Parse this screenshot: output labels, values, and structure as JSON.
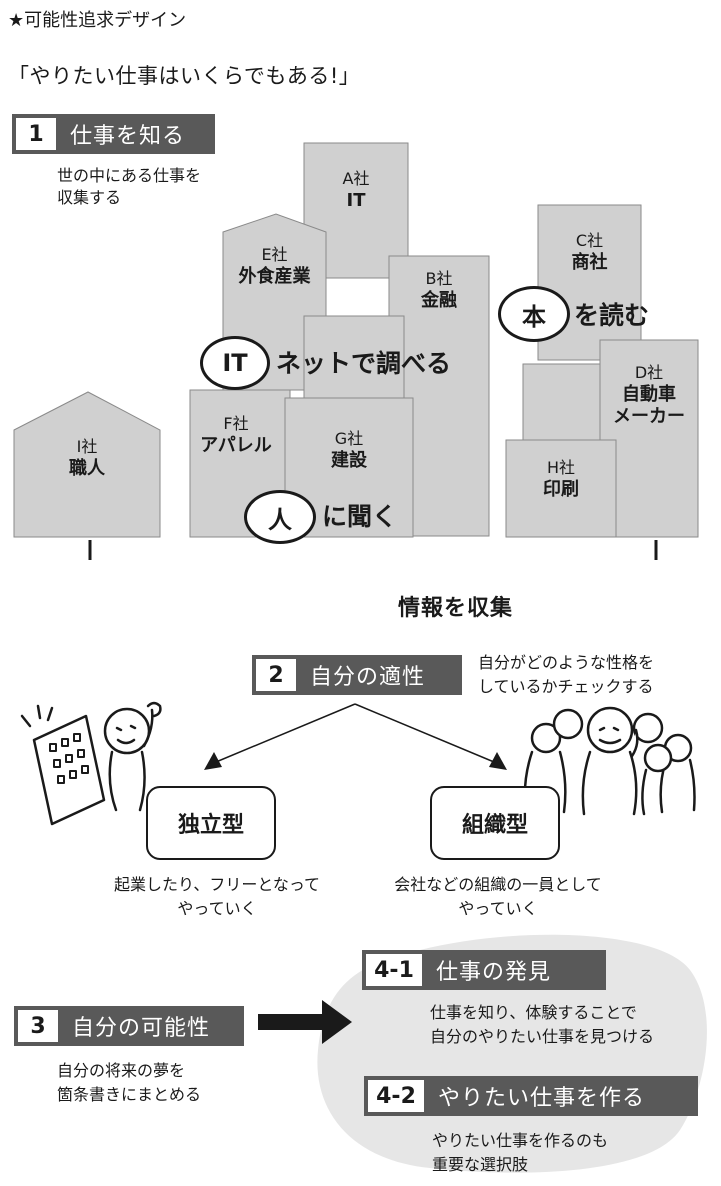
{
  "header": "★可能性追求デザイン",
  "title": "「やりたい仕事はいくらでもある!」",
  "step1": {
    "num": "1",
    "label": "仕事を知る",
    "desc": [
      "世の中にある仕事を",
      "収集する"
    ]
  },
  "companies": {
    "a": {
      "name": "A社",
      "industry": "IT"
    },
    "b": {
      "name": "B社",
      "industry": "金融"
    },
    "c": {
      "name": "C社",
      "industry": "商社"
    },
    "d": {
      "name": "D社",
      "industry": "自動車",
      "industry2": "メーカー"
    },
    "e": {
      "name": "E社",
      "industry": "外食産業"
    },
    "f": {
      "name": "F社",
      "industry": "アパレル"
    },
    "g": {
      "name": "G社",
      "industry": "建設"
    },
    "h": {
      "name": "H社",
      "industry": "印刷"
    },
    "i": {
      "name": "I社",
      "industry": "職人"
    }
  },
  "methods": {
    "it_circle": "IT",
    "it_text": "ネットで調べる",
    "book_circle": "本",
    "book_text": "を読む",
    "person_circle": "人",
    "person_text": "に聞く"
  },
  "collect": "情報を収集",
  "step2": {
    "num": "2",
    "label": "自分の適性",
    "desc": [
      "自分がどのような性格を",
      "しているかチェックする"
    ]
  },
  "types": {
    "independent": {
      "label": "独立型",
      "desc": [
        "起業したり、フリーとなって",
        "やっていく"
      ]
    },
    "organization": {
      "label": "組織型",
      "desc": [
        "会社などの組織の一員として",
        "やっていく"
      ]
    }
  },
  "step3": {
    "num": "3",
    "label": "自分の可能性",
    "desc": [
      "自分の将来の夢を",
      "箇条書きにまとめる"
    ]
  },
  "step41": {
    "num": "4-1",
    "label": "仕事の発見",
    "desc": [
      "仕事を知り、体験することで",
      "自分のやりたい仕事を見つける"
    ]
  },
  "step42": {
    "num": "4-2",
    "label": "やりたい仕事を作る",
    "desc": [
      "やりたい仕事を作るのも",
      "重要な選択肢"
    ]
  },
  "colors": {
    "badge": "#595959",
    "building": "#d0d0d0",
    "building_stroke": "#8a8a8a",
    "blob": "#e6e6e6"
  }
}
